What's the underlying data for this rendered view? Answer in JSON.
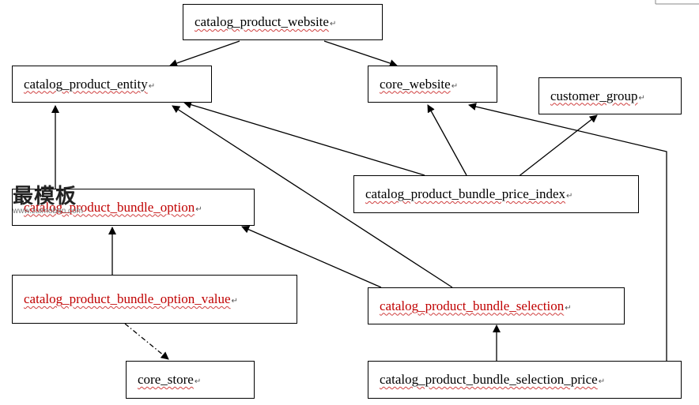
{
  "boxes": {
    "catalog_product_website": "catalog_product_website",
    "catalog_product_entity": "catalog_product_entity",
    "core_website": "core_website",
    "customer_group": "customer_group",
    "catalog_product_bundle_price_index": "catalog_product_bundle_price_index",
    "catalog_product_bundle_option": "catalog_product_bundle_option",
    "catalog_product_bundle_option_value": "catalog_product_bundle_option_value",
    "catalog_product_bundle_selection": "catalog_product_bundle_selection",
    "core_store": "core_store",
    "catalog_product_bundle_selection_price": "catalog_product_bundle_selection_price"
  },
  "return_mark": "↵",
  "watermark": {
    "text": "最模板",
    "url": "www.zuimoban.com"
  },
  "colors": {
    "red_label": "#c00000",
    "line": "#000000",
    "squiggle": "#d04040"
  }
}
